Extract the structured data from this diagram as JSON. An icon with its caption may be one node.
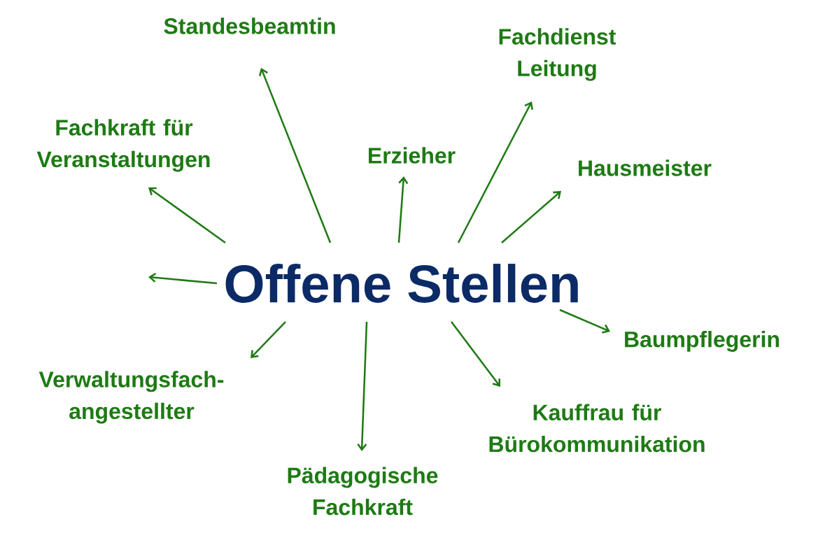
{
  "diagram": {
    "nodes": [
      {
        "text": [
          "Offene Stellen"
        ]
      },
      {
        "text": [
          "Standesbeamtin"
        ]
      },
      {
        "text": [
          "Fachdienst Leitung"
        ]
      },
      {
        "text": [
          "Fachkraft für Veranstaltungen"
        ]
      },
      {
        "text": [
          "Erzieher"
        ]
      },
      {
        "text": [
          "Hausmeister"
        ]
      },
      {
        "text": [
          "Baumpflegerin"
        ]
      },
      {
        "text": [
          "Verwaltungsfach- angestellter"
        ]
      },
      {
        "text": [
          "Kauffrau für Bürokommunikation"
        ]
      },
      {
        "text": [
          "Pädagogische Fachkraft"
        ]
      }
    ],
    "edges": [
      {
        "from": 0,
        "to": 1,
        "arrow": "to"
      },
      {
        "from": 0,
        "to": 2,
        "arrow": "to"
      },
      {
        "from": 0,
        "to": 3,
        "arrow": "to"
      },
      {
        "from": 0,
        "to": 4,
        "arrow": "to"
      },
      {
        "from": 0,
        "to": 5,
        "arrow": "to"
      },
      {
        "from": 0,
        "to": null,
        "arrow": "to"
      },
      {
        "from": 0,
        "to": 6,
        "arrow": "to"
      },
      {
        "from": 0,
        "to": 7,
        "arrow": "to"
      },
      {
        "from": 0,
        "to": 8,
        "arrow": "to"
      },
      {
        "from": 0,
        "to": 9,
        "arrow": "to"
      }
    ]
  }
}
